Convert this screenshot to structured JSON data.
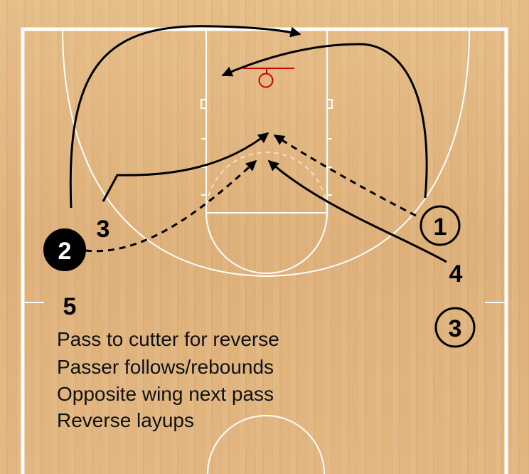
{
  "players": {
    "p1": "1",
    "p2": "2",
    "p3_top": "3",
    "p3_right": "3",
    "p4": "4",
    "p5": "5"
  },
  "notes": [
    "Pass to cutter for reverse",
    "Passer follows/rebounds",
    "Opposite wing next pass",
    "Reverse layups"
  ],
  "colors": {
    "court": "#e2b882",
    "lines": "#ffffff",
    "paths": "#000000",
    "hoop": "#cc0000",
    "ball_handler_fill": "#000000"
  }
}
